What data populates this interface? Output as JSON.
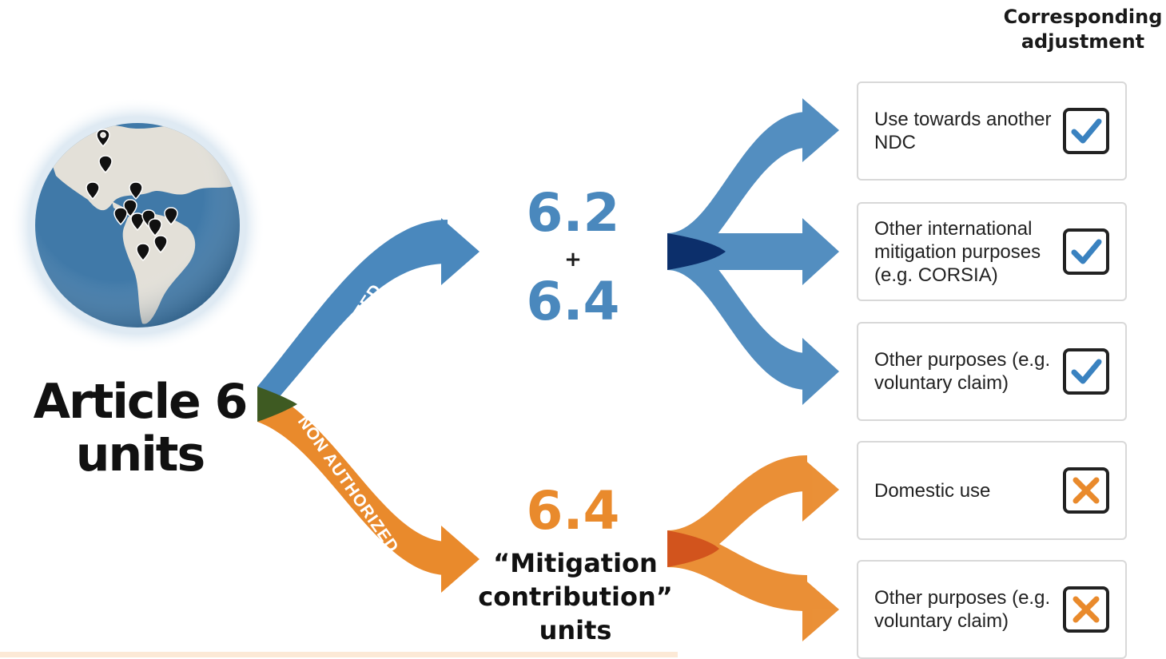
{
  "title": {
    "line1": "Article 6",
    "line2": "units"
  },
  "header": {
    "line1": "Corresponding",
    "line2": "adjustment"
  },
  "branches": {
    "authorized_label": "AUTHORIZED",
    "non_authorized_label": "NON AUTHORIZED"
  },
  "upper_node": {
    "top": "6.2",
    "plus": "+",
    "bottom": "6.4"
  },
  "lower_node": {
    "number": "6.4",
    "line1": "“Mitigation",
    "line2": "contribution”",
    "line3": "units"
  },
  "uses": [
    {
      "text": "Use towards another NDC",
      "mark": "check"
    },
    {
      "text": "Other international mitigation purposes (e.g. CORSIA)",
      "mark": "check"
    },
    {
      "text": "Other purposes (e.g. voluntary claim)",
      "mark": "check"
    },
    {
      "text": "Domestic use",
      "mark": "cross"
    },
    {
      "text": "Other purposes (e.g. voluntary claim)",
      "mark": "cross"
    }
  ],
  "colors": {
    "blue": "#4a88bd",
    "dark_blue": "#0c2f6b",
    "orange": "#e98a2c",
    "dark_orange": "#d2541d",
    "junction": "#3e5a22",
    "check_blue": "#3a82c0"
  },
  "icons": [
    "globe-icon",
    "map-pin-icon",
    "check-icon",
    "cross-icon"
  ]
}
